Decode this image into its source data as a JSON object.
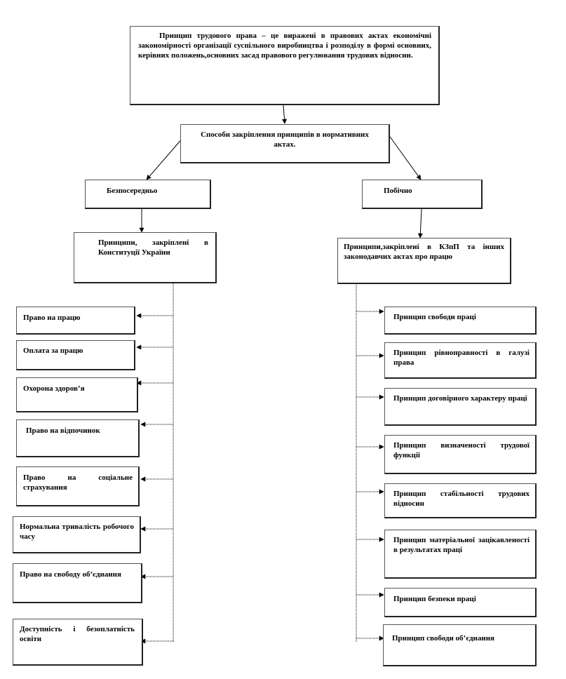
{
  "top_definition": "Принцип трудового права – це виражені в правових актах економічні закономірності організації суспільного виробництва і розподілу в формі основних, керівних положень,основних засад правового регулювання трудових відносин.",
  "methods": "Способи закріплення принципів в нормативних актах.",
  "direct": {
    "label": "Безпосередньо",
    "source": "Принципи, закріплені в Конституції України",
    "items": [
      "Право на працю",
      "Оплата за працю",
      "Охорона здоров’я",
      "Право на відпочинок",
      "Право на соціальне страхування",
      "Нормальна тривалість робочого часу",
      "Право на свободу об’єднання",
      "Доступність і безоплатність освіти"
    ]
  },
  "indirect": {
    "label": "Побічно",
    "source": "Принципи,закріплені в КЗпП та інших законодавчих актах про працю",
    "items": [
      "Принцип свободи праці",
      "Принцип рівноправності в галузі права",
      "Принцип договірного характеру праці",
      "Принцип визначеності трудової функції",
      "Принцип стабільності трудових відносин",
      "Принцип матеріальної зацікавленості в результатах праці",
      "Принцип безпеки праці",
      "Принцип свободи об’єднання"
    ]
  }
}
